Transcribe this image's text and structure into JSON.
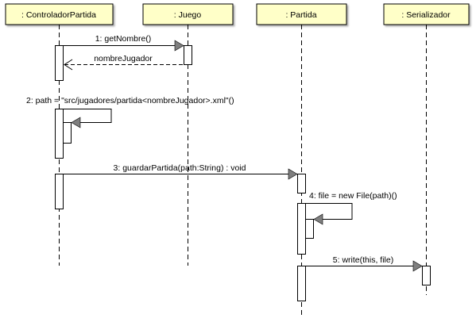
{
  "diagram": {
    "participants": [
      {
        "id": "controlador",
        "label": ": ControladorPartida"
      },
      {
        "id": "juego",
        "label": ": Juego"
      },
      {
        "id": "partida",
        "label": ": Partida"
      },
      {
        "id": "serializador",
        "label": ": Serializador"
      }
    ],
    "messages": [
      {
        "id": "m1",
        "label": "1: getNombre()"
      },
      {
        "id": "r1",
        "label": "nombreJugador"
      },
      {
        "id": "m2",
        "label": "2: path = \"src/jugadores/partida<nombreJugador>.xml\"()"
      },
      {
        "id": "m3",
        "label": "3: guardarPartida(path:String) : void"
      },
      {
        "id": "m4",
        "label": "4: file = new File(path)()"
      },
      {
        "id": "m5",
        "label": "5: write(this, file)"
      }
    ],
    "colors": {
      "header_fill": "#ffffc8",
      "stroke": "#000000",
      "arrow_fill": "#7f7f7f"
    }
  }
}
